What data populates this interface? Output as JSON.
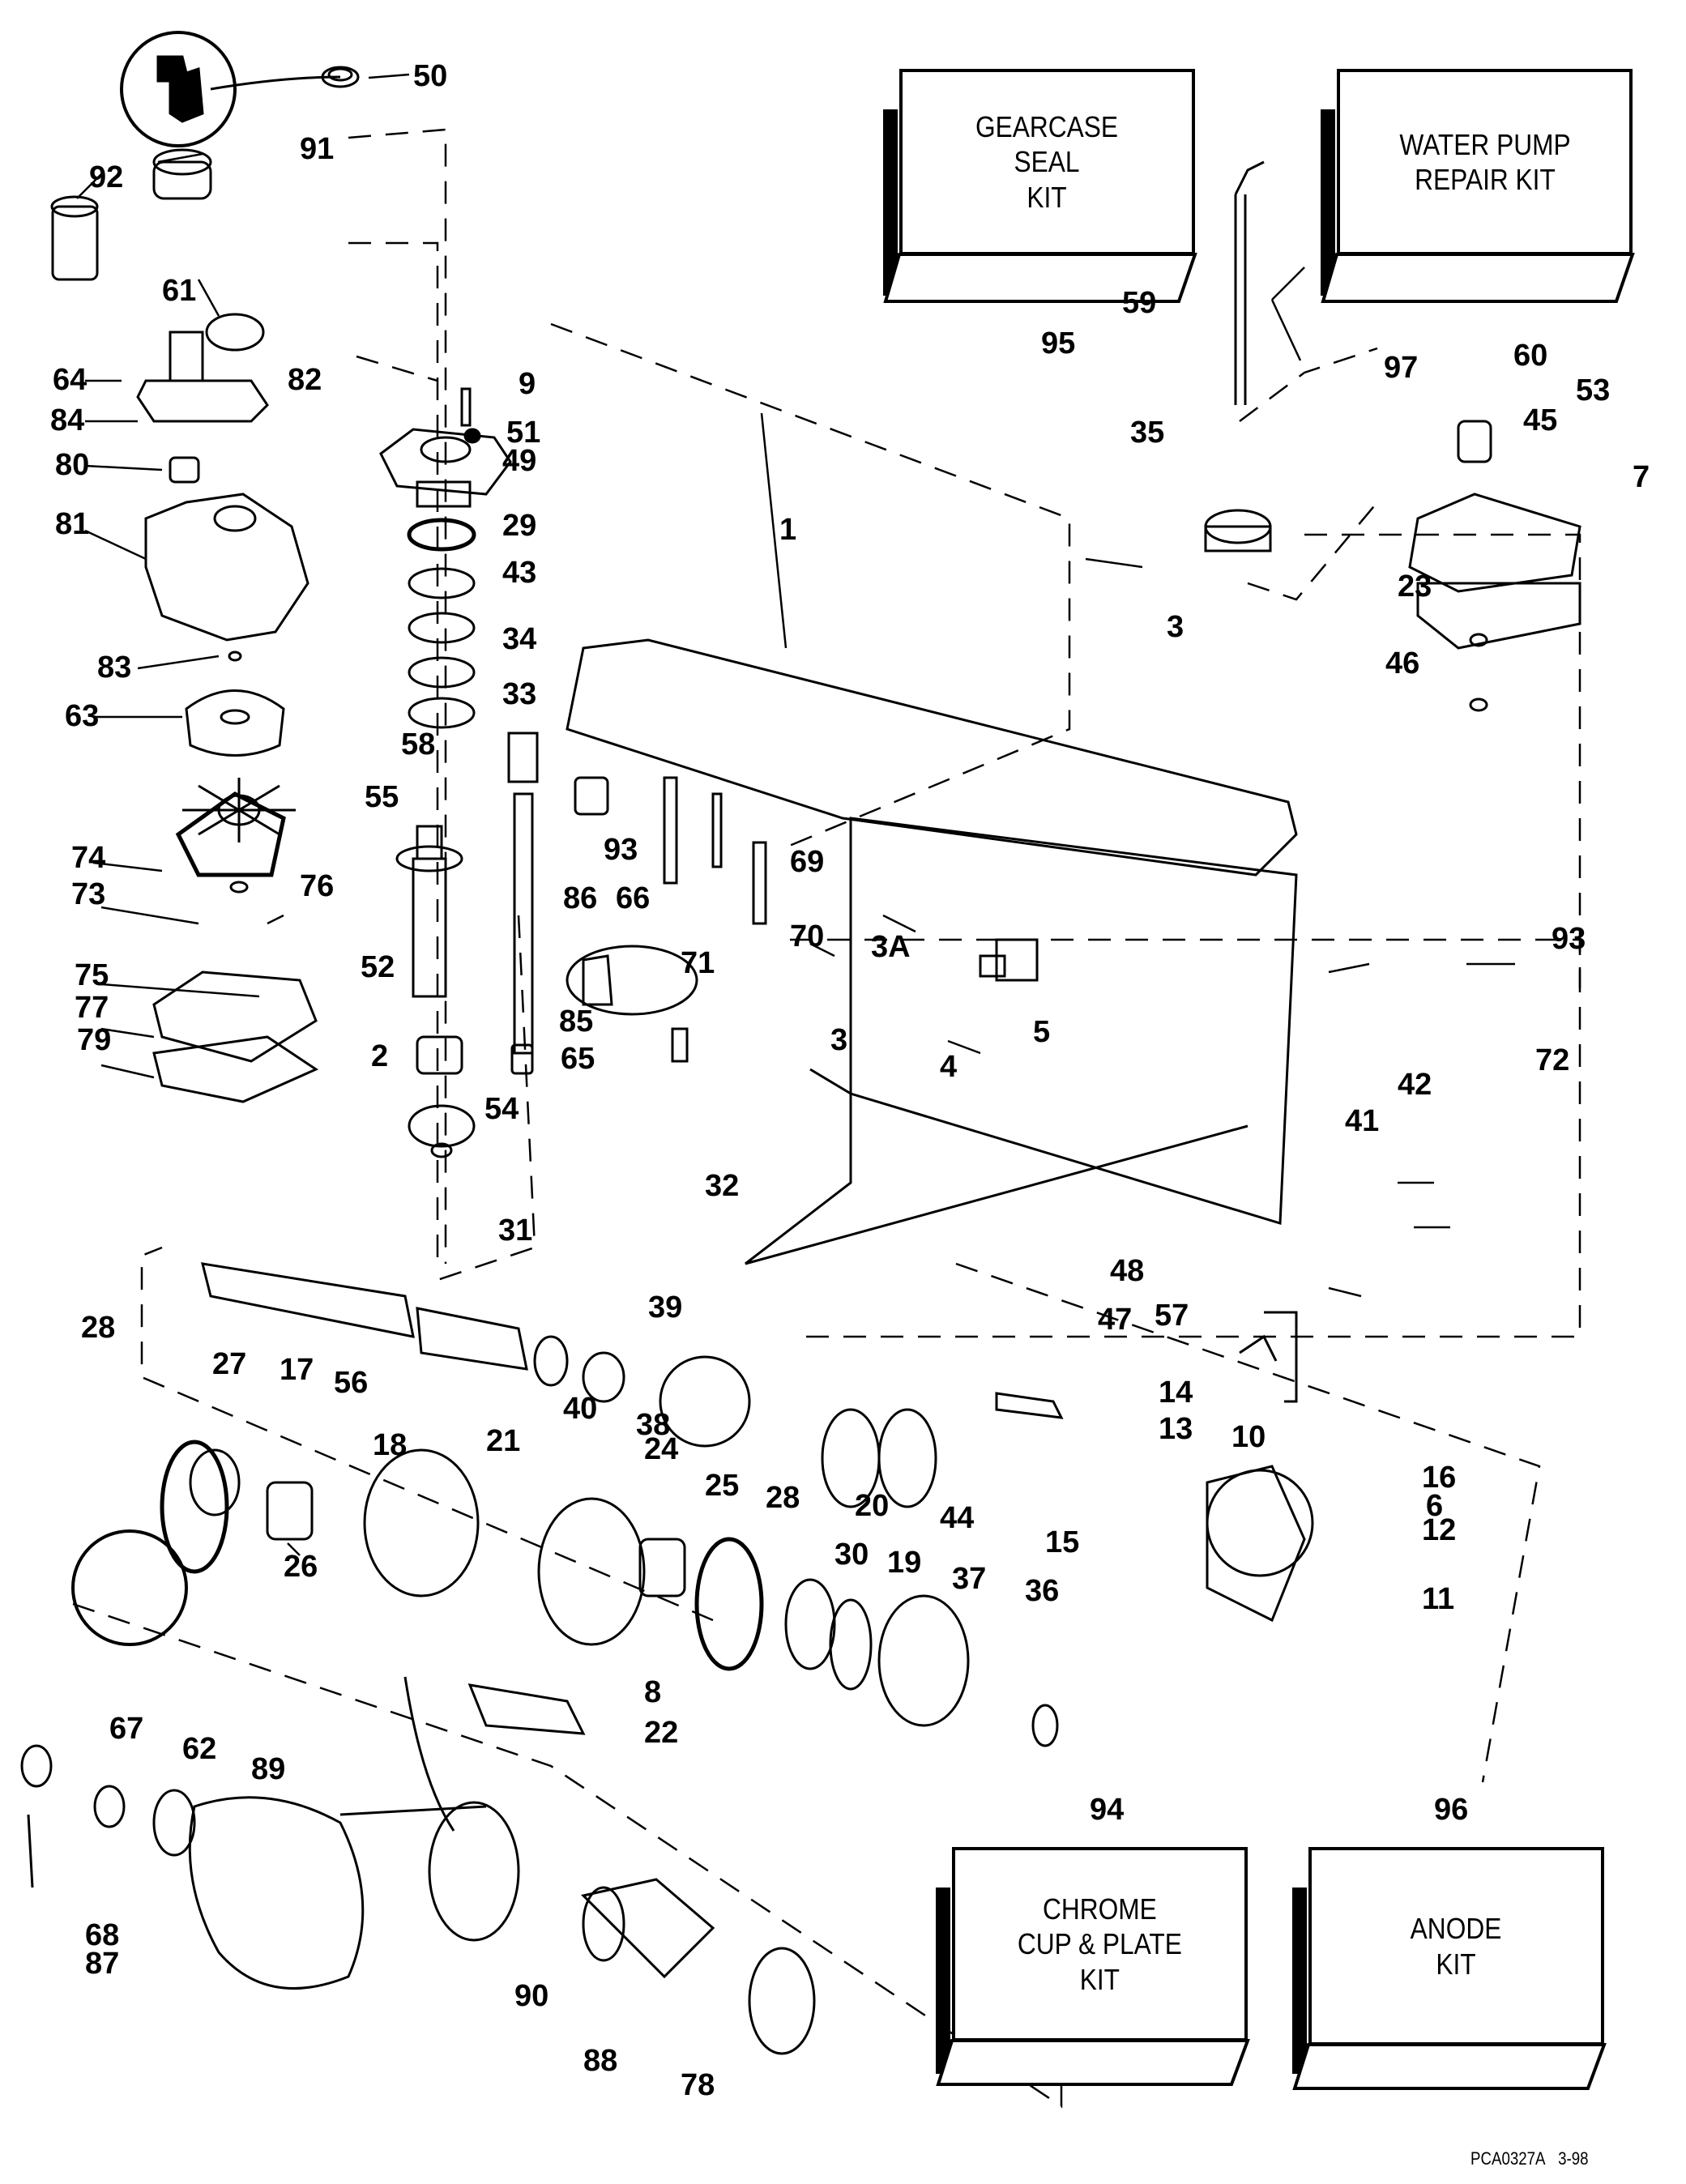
{
  "diagram": {
    "title": "Gearcase exploded parts view",
    "footer": {
      "code": "PCA0327A",
      "date": "3-98"
    },
    "kits": [
      {
        "id": "gearcase-seal-kit",
        "number": "95",
        "label": "GEARCASE\nSEAL\nKIT"
      },
      {
        "id": "water-pump-repair-kit",
        "number": "97",
        "label": "WATER PUMP\nREPAIR KIT"
      },
      {
        "id": "chrome-cup-plate-kit",
        "number": "94",
        "label": "CHROME\nCUP & PLATE\nKIT"
      },
      {
        "id": "anode-kit",
        "number": "96",
        "label": "ANODE\nKIT"
      }
    ],
    "callouts": [
      "1",
      "2",
      "3",
      "3",
      "3A",
      "4",
      "5",
      "6",
      "7",
      "8",
      "9",
      "10",
      "11",
      "12",
      "13",
      "14",
      "15",
      "16",
      "17",
      "18",
      "19",
      "20",
      "21",
      "22",
      "23",
      "24",
      "25",
      "26",
      "27",
      "28",
      "28",
      "29",
      "30",
      "31",
      "32",
      "33",
      "34",
      "35",
      "36",
      "37",
      "38",
      "39",
      "40",
      "41",
      "42",
      "43",
      "44",
      "45",
      "46",
      "47",
      "48",
      "49",
      "50",
      "51",
      "52",
      "53",
      "54",
      "55",
      "56",
      "57",
      "58",
      "59",
      "60",
      "61",
      "62",
      "63",
      "64",
      "65",
      "66",
      "67",
      "68",
      "69",
      "70",
      "71",
      "72",
      "73",
      "74",
      "75",
      "76",
      "77",
      "78",
      "79",
      "80",
      "81",
      "82",
      "83",
      "84",
      "85",
      "86",
      "87",
      "88",
      "89",
      "90",
      "91",
      "92",
      "93",
      "93"
    ],
    "parts": [
      "housing-top-flange",
      "water-pump-housing",
      "impeller",
      "pump-cup",
      "driveshaft",
      "gearcase-housing",
      "propeller-shaft",
      "bearing-carrier",
      "forward-gear",
      "reverse-gear",
      "pinion-gear",
      "shift-housing",
      "propeller",
      "thrust-hub",
      "anode-trim-tab",
      "water-tube",
      "seal-inset"
    ]
  }
}
